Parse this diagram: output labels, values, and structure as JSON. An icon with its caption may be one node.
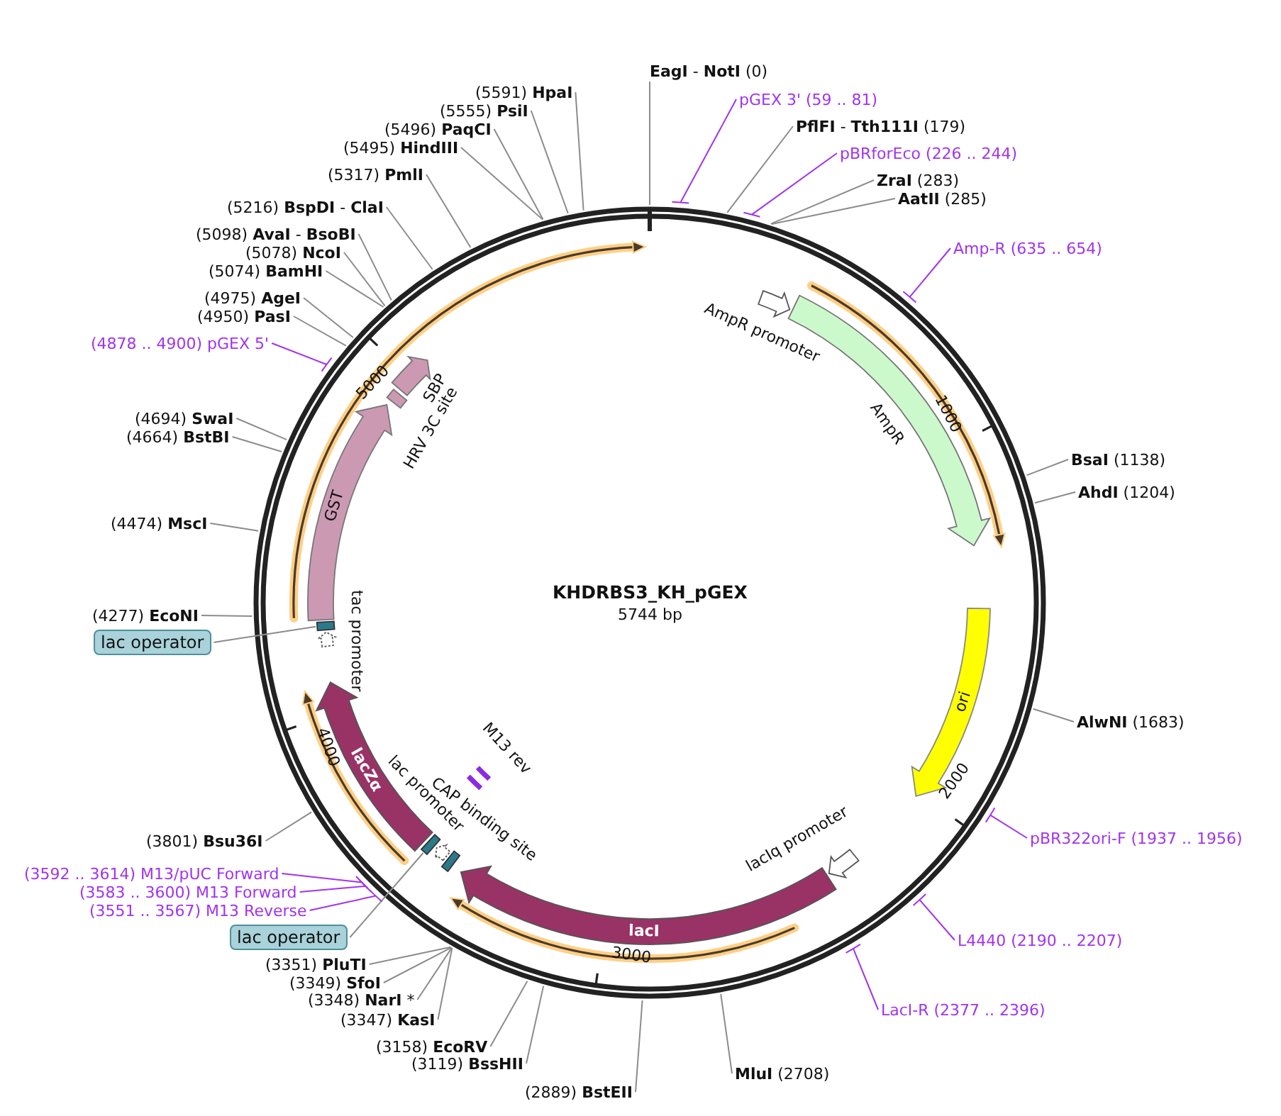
{
  "diagram": {
    "title": "KHDRBS3_KH_pGEX",
    "caption": "5744 bp",
    "nodes": [
      {
        "text": [
          "**EagI** - **NotI** (0)"
        ]
      },
      {
        "text": [
          "pGEX 3' (59 .. 81)"
        ]
      },
      {
        "text": [
          "**PflFI** - **Tth111I** (179)"
        ]
      },
      {
        "text": [
          "pBRforEco (226 .. 244)"
        ]
      },
      {
        "text": [
          "**ZraI** (283)"
        ]
      },
      {
        "text": [
          "**AatII** (285)"
        ]
      },
      {
        "text": [
          "Amp-R (635 .. 654)"
        ]
      },
      {
        "text": [
          "**BsaI** (1138)"
        ]
      },
      {
        "text": [
          "**AhdI** (1204)"
        ]
      },
      {
        "text": [
          "**AlwNI** (1683)"
        ]
      },
      {
        "text": [
          "pBR322ori-F (1937 .. 1956)"
        ]
      },
      {
        "text": [
          "L4440 (2190 .. 2207)"
        ]
      },
      {
        "text": [
          "LacI-R (2377 .. 2396)"
        ]
      },
      {
        "text": [
          "**MluI** (2708)"
        ]
      },
      {
        "text": [
          "(2889) **BstEII**"
        ]
      },
      {
        "text": [
          "(3119) **BssHII**"
        ]
      },
      {
        "text": [
          "(3158) **EcoRV**"
        ]
      },
      {
        "text": [
          "(3347) **KasI**"
        ]
      },
      {
        "text": [
          "(3348) **NarI** *"
        ]
      },
      {
        "text": [
          "(3349) **SfoI**"
        ]
      },
      {
        "text": [
          "(3351) **PluTI**"
        ]
      },
      {
        "text": [
          "lac operator"
        ]
      },
      {
        "text": [
          "(3551 .. 3567) M13 Reverse"
        ]
      },
      {
        "text": [
          "(3583 .. 3600) M13 Forward"
        ]
      },
      {
        "text": [
          "(3592 .. 3614) M13/pUC Forward"
        ]
      },
      {
        "text": [
          "(3801) **Bsu36I**"
        ]
      },
      {
        "text": [
          "lac operator"
        ]
      },
      {
        "text": [
          "(4277) **EcoNI**"
        ]
      },
      {
        "text": [
          "(4474) **MscI**"
        ]
      },
      {
        "text": [
          "(4664) **BstBI**"
        ]
      },
      {
        "text": [
          "(4694) **SwaI**"
        ]
      },
      {
        "text": [
          "(4878 .. 4900) pGEX 5'"
        ]
      },
      {
        "text": [
          "(4950) **PasI**"
        ]
      },
      {
        "text": [
          "(4975) **AgeI**"
        ]
      },
      {
        "text": [
          "(5074) **BamHI**"
        ]
      },
      {
        "text": [
          "(5078) **NcoI**"
        ]
      },
      {
        "text": [
          "(5098) **AvaI** - **BsoBI**"
        ]
      },
      {
        "text": [
          "(5216) **BspDI** - **ClaI**"
        ]
      },
      {
        "text": [
          "(5317) **PmlI**"
        ]
      },
      {
        "text": [
          "(5495) **HindIII**"
        ]
      },
      {
        "text": [
          "(5496) **PaqCI**"
        ]
      },
      {
        "text": [
          "(5555) **PsiI**"
        ]
      },
      {
        "text": [
          "(5591) **HpaI**"
        ]
      },
      {
        "text": [
          "AmpR promoter"
        ]
      },
      {
        "text": [
          "AmpR"
        ]
      },
      {
        "text": [
          "ori"
        ]
      },
      {
        "text": [
          "lacIq promoter"
        ]
      },
      {
        "text": [
          "lacI"
        ]
      },
      {
        "text": [
          "CAP binding site"
        ]
      },
      {
        "text": [
          "lac promoter"
        ]
      },
      {
        "text": [
          "lacZα"
        ]
      },
      {
        "text": [
          "M13 rev"
        ]
      },
      {
        "text": [
          "tac promoter"
        ]
      },
      {
        "text": [
          "GST"
        ]
      },
      {
        "text": [
          "HRV 3C site"
        ]
      },
      {
        "text": [
          "SBP"
        ]
      },
      {
        "text": [],
        "shape": "bar"
      },
      {
        "text": [],
        "shape": "bar"
      }
    ],
    "edges": [
      {
        "from": 0,
        "to": null,
        "arrow": "none"
      },
      {
        "from": 1,
        "to": null,
        "arrow": "none",
        "color": "#a033f0"
      },
      {
        "from": 2,
        "to": null,
        "arrow": "none"
      },
      {
        "from": 3,
        "to": null,
        "arrow": "none",
        "color": "#a033f0"
      },
      {
        "from": 4,
        "to": null,
        "arrow": "none"
      },
      {
        "from": 5,
        "to": null,
        "arrow": "none"
      },
      {
        "from": 6,
        "to": null,
        "arrow": "none",
        "color": "#a033f0"
      },
      {
        "from": 7,
        "to": null,
        "arrow": "none"
      },
      {
        "from": 8,
        "to": null,
        "arrow": "none"
      },
      {
        "from": 9,
        "to": null,
        "arrow": "none"
      },
      {
        "from": 10,
        "to": null,
        "arrow": "none",
        "color": "#a033f0"
      },
      {
        "from": 11,
        "to": null,
        "arrow": "none",
        "color": "#a033f0"
      },
      {
        "from": 12,
        "to": null,
        "arrow": "none",
        "color": "#a033f0"
      },
      {
        "from": 13,
        "to": null,
        "arrow": "none"
      },
      {
        "from": 14,
        "to": null,
        "arrow": "none"
      },
      {
        "from": 15,
        "to": null,
        "arrow": "none"
      },
      {
        "from": 16,
        "to": null,
        "arrow": "none"
      },
      {
        "from": 17,
        "to": null,
        "arrow": "none"
      },
      {
        "from": 18,
        "to": null,
        "arrow": "none"
      },
      {
        "from": 19,
        "to": null,
        "arrow": "none"
      },
      {
        "from": 20,
        "to": null,
        "arrow": "none"
      },
      {
        "from": 21,
        "to": 56,
        "arrow": "none"
      },
      {
        "from": 22,
        "to": null,
        "arrow": "none",
        "color": "#a033f0"
      },
      {
        "from": 23,
        "to": null,
        "arrow": "none",
        "color": "#a033f0"
      },
      {
        "from": 24,
        "to": null,
        "arrow": "none",
        "color": "#a033f0"
      },
      {
        "from": 25,
        "to": null,
        "arrow": "none"
      },
      {
        "from": 26,
        "to": 57,
        "arrow": "none"
      },
      {
        "from": 27,
        "to": null,
        "arrow": "none"
      },
      {
        "from": 28,
        "to": null,
        "arrow": "none"
      },
      {
        "from": 29,
        "to": null,
        "arrow": "none"
      },
      {
        "from": 30,
        "to": null,
        "arrow": "none"
      },
      {
        "from": 31,
        "to": null,
        "arrow": "none",
        "color": "#a033f0"
      },
      {
        "from": 32,
        "to": null,
        "arrow": "none"
      },
      {
        "from": 33,
        "to": null,
        "arrow": "none"
      },
      {
        "from": 34,
        "to": null,
        "arrow": "none"
      },
      {
        "from": 35,
        "to": null,
        "arrow": "none"
      },
      {
        "from": 36,
        "to": null,
        "arrow": "none"
      },
      {
        "from": 37,
        "to": null,
        "arrow": "none"
      },
      {
        "from": 38,
        "to": null,
        "arrow": "none"
      },
      {
        "from": 39,
        "to": null,
        "arrow": "none"
      },
      {
        "from": 40,
        "to": null,
        "arrow": "none"
      },
      {
        "from": 41,
        "to": null,
        "arrow": "none"
      },
      {
        "from": 42,
        "to": null,
        "arrow": "none"
      }
    ],
    "labels": [
      "1000",
      "2000",
      "3000",
      "4000",
      "5000"
    ]
  }
}
